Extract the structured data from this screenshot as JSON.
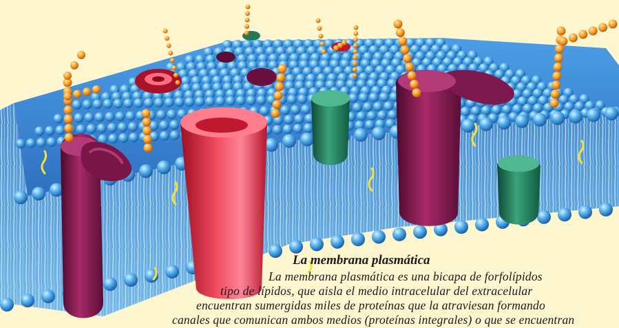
{
  "caption": {
    "title": "La membrana plasmática",
    "lines": [
      "La membrana plasmática es una bicapa de forfolípidos",
      "tipo de lípidos, que aisla el medio intracelular del extracelular",
      "encuentran sumergidas miles de proteínas que la atraviesan formando",
      "canales que comunican ambos medios (proteínas integrales) o que se encuentran"
    ]
  },
  "colors": {
    "background": "#fdf6cf",
    "lipid_head": "#4aa8e8",
    "lipid_tail": "#9bd0f2",
    "protein_red": "#e8324a",
    "protein_purple": "#8a1a55",
    "protein_green": "#1e7a5a",
    "glyco_chain": "#f28a1e"
  }
}
